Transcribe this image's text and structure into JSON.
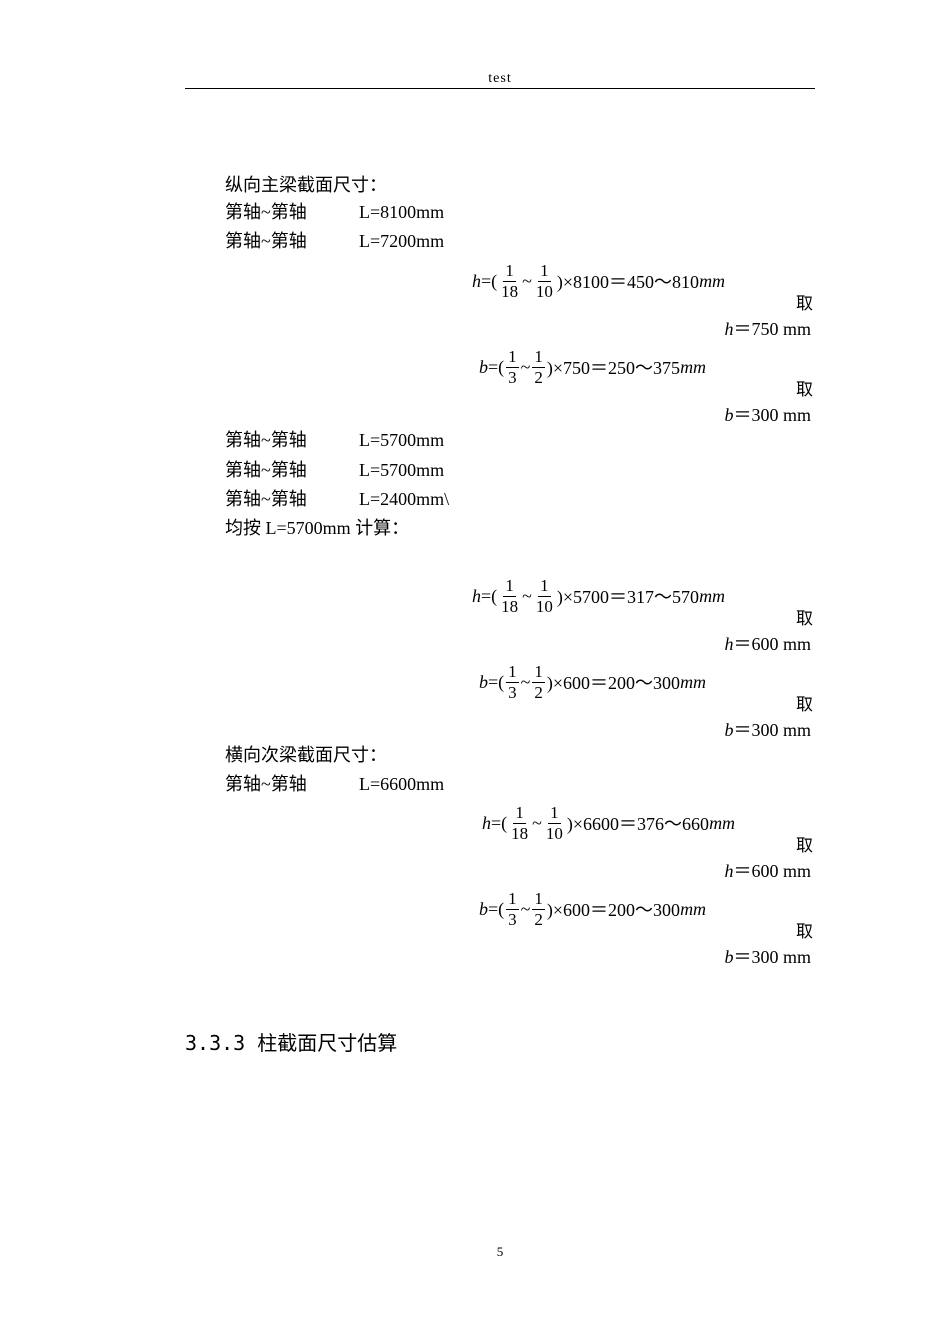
{
  "header": {
    "title": "test"
  },
  "main_beam": {
    "heading": "纵向主梁截面尺寸：",
    "spans_a": [
      {
        "axis": "第轴~第轴",
        "length": "L=8100mm"
      },
      {
        "axis": "第轴~第轴",
        "length": "L=7200mm"
      }
    ],
    "calc_a": {
      "h_var": "h",
      "h_prefix": "=(",
      "h_mid": "~",
      "h_suffix": ")×8100＝450～810",
      "h_unit": "mm",
      "h_f1_num": "1",
      "h_f1_den": "18",
      "h_f2_num": "1",
      "h_f2_den": "10",
      "h_take": "取",
      "h_result_var": "h",
      "h_result": "＝750 mm",
      "b_var": "b",
      "b_prefix": "=(",
      "b_mid": "~",
      "b_suffix": ")×750＝250～375",
      "b_unit": "mm",
      "b_f1_num": "1",
      "b_f1_den": "3",
      "b_f2_num": "1",
      "b_f2_den": "2",
      "b_take": "取",
      "b_result_var": "b",
      "b_result": "＝300 mm"
    },
    "spans_b": [
      {
        "axis": "第轴~第轴",
        "length": "L=5700mm"
      },
      {
        "axis": "第轴~第轴",
        "length": "L=5700mm"
      },
      {
        "axis": "第轴~第轴",
        "length": "L=2400mm\\"
      }
    ],
    "uniform_note": "均按 L=5700mm 计算：",
    "calc_b": {
      "h_var": "h",
      "h_prefix": "=(",
      "h_mid": "~",
      "h_suffix": ")×5700＝317～570",
      "h_unit": "mm",
      "h_f1_num": "1",
      "h_f1_den": "18",
      "h_f2_num": "1",
      "h_f2_den": "10",
      "h_take": "取",
      "h_result_var": "h",
      "h_result": "＝600 mm",
      "b_var": "b",
      "b_prefix": "=(",
      "b_mid": "~",
      "b_suffix": ")×600＝200～300",
      "b_unit": "mm",
      "b_f1_num": "1",
      "b_f1_den": "3",
      "b_f2_num": "1",
      "b_f2_den": "2",
      "b_take": "取",
      "b_result_var": "b",
      "b_result": "＝300 mm"
    }
  },
  "secondary_beam": {
    "heading": "横向次梁截面尺寸：",
    "span": {
      "axis": "第轴~第轴",
      "length": "L=6600mm"
    },
    "calc": {
      "h_var": "h",
      "h_prefix": "=(",
      "h_mid": "~",
      "h_suffix": ")×6600＝376～660",
      "h_unit": "mm",
      "h_f1_num": "1",
      "h_f1_den": "18",
      "h_f2_num": "1",
      "h_f2_den": "10",
      "h_take": "取",
      "h_result_var": "h",
      "h_result": "＝600 mm",
      "b_var": "b",
      "b_prefix": "=(",
      "b_mid": "~",
      "b_suffix": ")×600＝200～300",
      "b_unit": "mm",
      "b_f1_num": "1",
      "b_f1_den": "3",
      "b_f2_num": "1",
      "b_f2_den": "2",
      "b_take": "取",
      "b_result_var": "b",
      "b_result": "＝300 mm"
    }
  },
  "section_title": "3.3.3 柱截面尺寸估算",
  "footer": {
    "page_number": "5"
  }
}
